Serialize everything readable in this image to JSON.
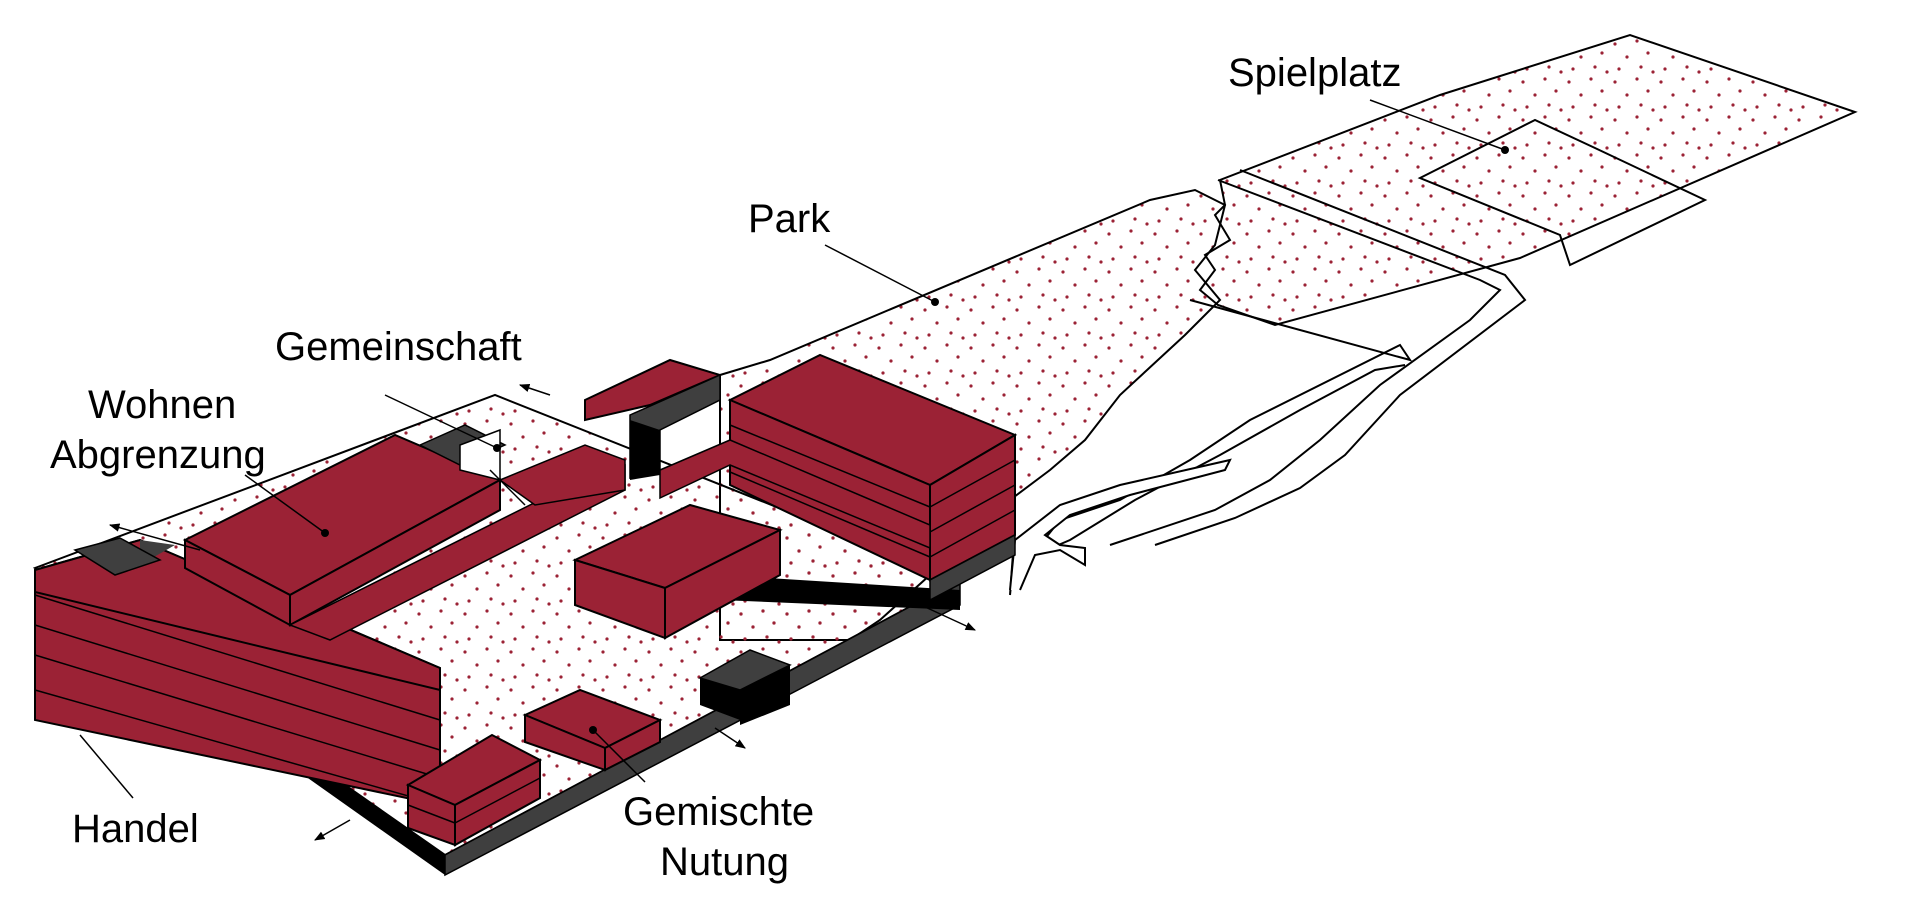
{
  "labels": {
    "spielplatz": "Spielplatz",
    "park": "Park",
    "gemeinschaft": "Gemeinschaft",
    "wohnen": "Wohnen",
    "abgrenzung": "Abgrenzung",
    "handel": "Handel",
    "gemischte": "Gemischte",
    "nutung": "Nutung"
  },
  "colors": {
    "building_top": "#9b2235",
    "building_side": "#9b2235",
    "building_dark": "#3f3f3f",
    "black": "#000000",
    "ground": "#ffffff",
    "dots": "#9b2235"
  }
}
